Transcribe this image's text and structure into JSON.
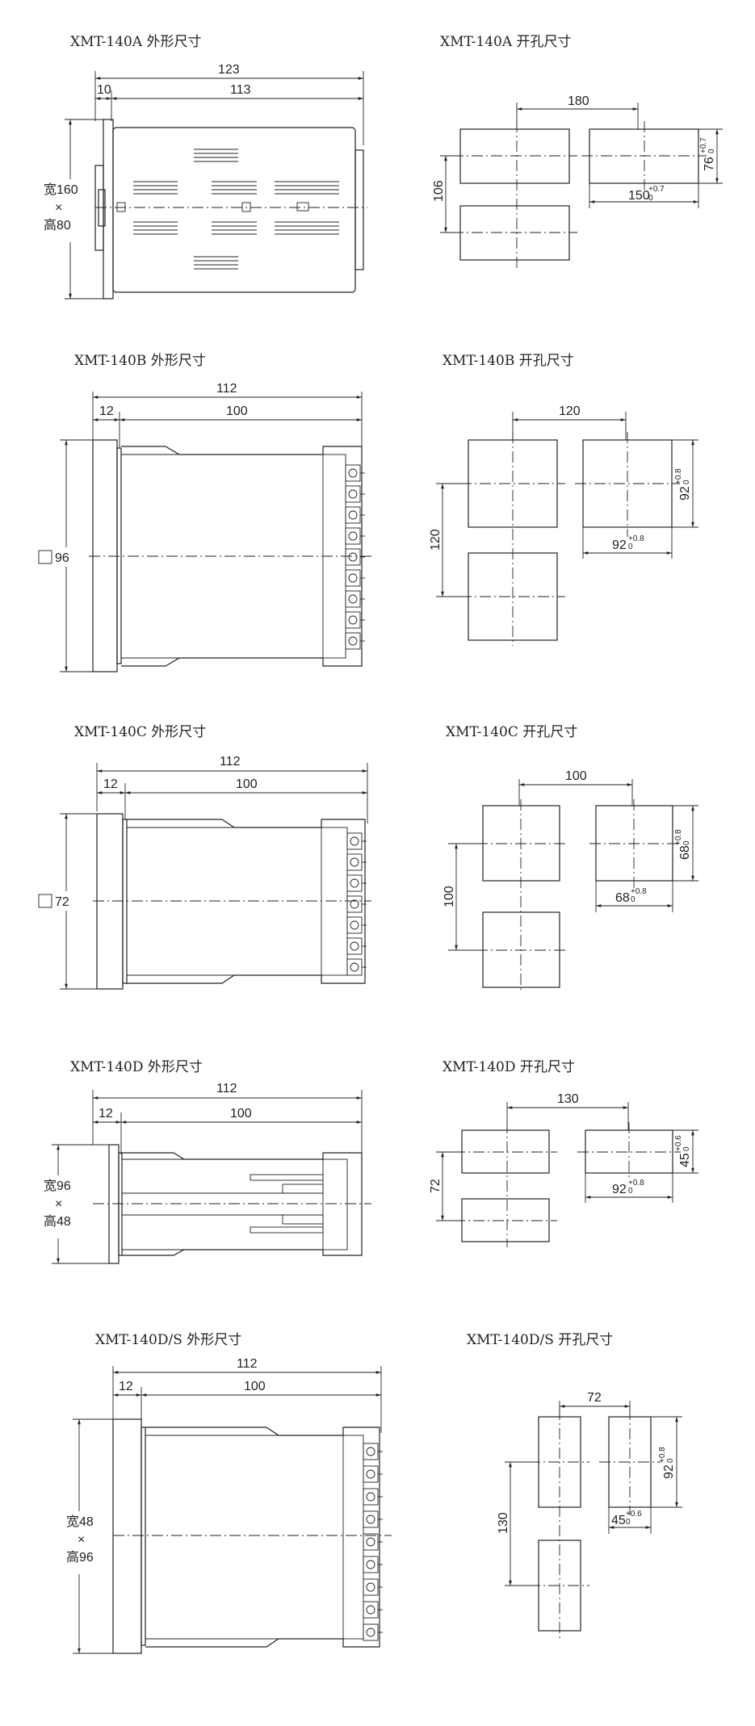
{
  "sections": [
    {
      "outline_title": "XMT-140A 外形尺寸",
      "cutout_title": "XMT-140A 开孔尺寸",
      "outline": {
        "overall": "123",
        "front": "10",
        "body": "113",
        "face_w": "宽160",
        "face_x": "×",
        "face_h": "高80"
      },
      "cutout": {
        "pitch_x": "180",
        "pitch_y": "106",
        "w": "150",
        "w_tol": "+0.7",
        "w_tol_low": "0",
        "h": "76",
        "h_tol": "+0.7",
        "h_tol_low": "0"
      }
    },
    {
      "outline_title": "XMT-140B 外形尺寸",
      "cutout_title": "XMT-140B 开孔尺寸",
      "outline": {
        "overall": "112",
        "front": "12",
        "body": "100",
        "face": "96"
      },
      "cutout": {
        "pitch_x": "120",
        "pitch_y": "120",
        "w": "92",
        "w_tol": "+0.8",
        "w_tol_low": "0",
        "h": "92",
        "h_tol": "+0.8",
        "h_tol_low": "0"
      }
    },
    {
      "outline_title": "XMT-140C 外形尺寸",
      "cutout_title": "XMT-140C 开孔尺寸",
      "outline": {
        "overall": "112",
        "front": "12",
        "body": "100",
        "face": "72"
      },
      "cutout": {
        "pitch_x": "100",
        "pitch_y": "100",
        "w": "68",
        "w_tol": "+0.8",
        "w_tol_low": "0",
        "h": "68",
        "h_tol": "+0.8",
        "h_tol_low": "0"
      }
    },
    {
      "outline_title": "XMT-140D 外形尺寸",
      "cutout_title": "XMT-140D 开孔尺寸",
      "outline": {
        "overall": "112",
        "front": "12",
        "body": "100",
        "face_w": "宽96",
        "face_x": "×",
        "face_h": "高48"
      },
      "cutout": {
        "pitch_x": "130",
        "pitch_y": "72",
        "w": "92",
        "w_tol": "+0.8",
        "w_tol_low": "0",
        "h": "45",
        "h_tol": "+0.6",
        "h_tol_low": "0"
      }
    },
    {
      "outline_title": "XMT-140D/S 外形尺寸",
      "cutout_title": "XMT-140D/S 开孔尺寸",
      "outline": {
        "overall": "112",
        "front": "12",
        "body": "100",
        "face_w": "宽48",
        "face_x": "×",
        "face_h": "高96"
      },
      "cutout": {
        "pitch_x": "72",
        "pitch_y": "130",
        "w": "45",
        "w_tol": "+0.6",
        "w_tol_low": "0",
        "h": "92",
        "h_tol": "+0.8",
        "h_tol_low": "0"
      }
    }
  ]
}
